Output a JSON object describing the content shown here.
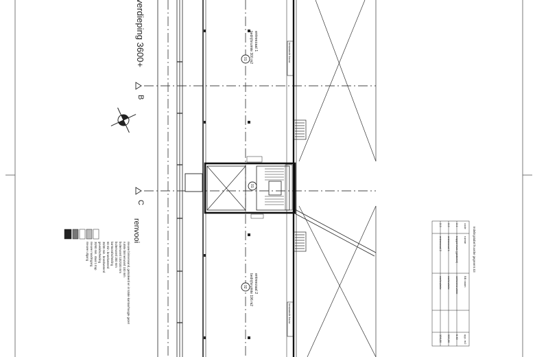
{
  "drawing": {
    "floor_title": "verdieping 3600+",
    "legend_title": "renvooi",
    "grid_axes": [
      "B",
      "C"
    ],
    "spaces": [
      {
        "name": "entreezaal 1",
        "area": "bedrijfsruimte 300 m2",
        "badge": "01"
      },
      {
        "name": "entreezaal 2",
        "area": "bedrijfsruimte 196 m2",
        "badge": "02"
      }
    ],
    "core_badge": "01",
    "legend_items": [
      "nieuwe binnenwand, geïsoleerd en in totale kantoorhoogte gezet",
      "ruimte binnenwand 100 mm",
      "buitenwand 100/100 mm",
      "buitenwand 200 mm",
      "kantoorafscheiding",
      "60 min. brandwerend",
      "30/30 min. brandwerend",
      "gevelafscheiding",
      "30/60 min. staal 1 trap",
      "nieuwe noodingang",
      "nieuwe uitgang"
    ],
    "schedule": {
      "title": "Indelingstabel huurder gegevens 03",
      "headers": [
        "code",
        "ruimte",
        "BB naam",
        "opp. m2"
      ],
      "rows": [
        [
          "2.1",
          "trappenhuis (gedeeld)",
          "verkeersruimte",
          "6.40"
        ],
        [
          "2.2",
          "entreezaal 1",
          "werkruimte",
          "320,00"
        ],
        [
          "2.3",
          "entreezaal 2",
          "werkruimte",
          "196,00"
        ]
      ]
    },
    "side_notes": [
      "bestaande bouw",
      "bestaande bouw"
    ],
    "line_color": "#1a1a1a",
    "grid_line_color": "#444444"
  }
}
